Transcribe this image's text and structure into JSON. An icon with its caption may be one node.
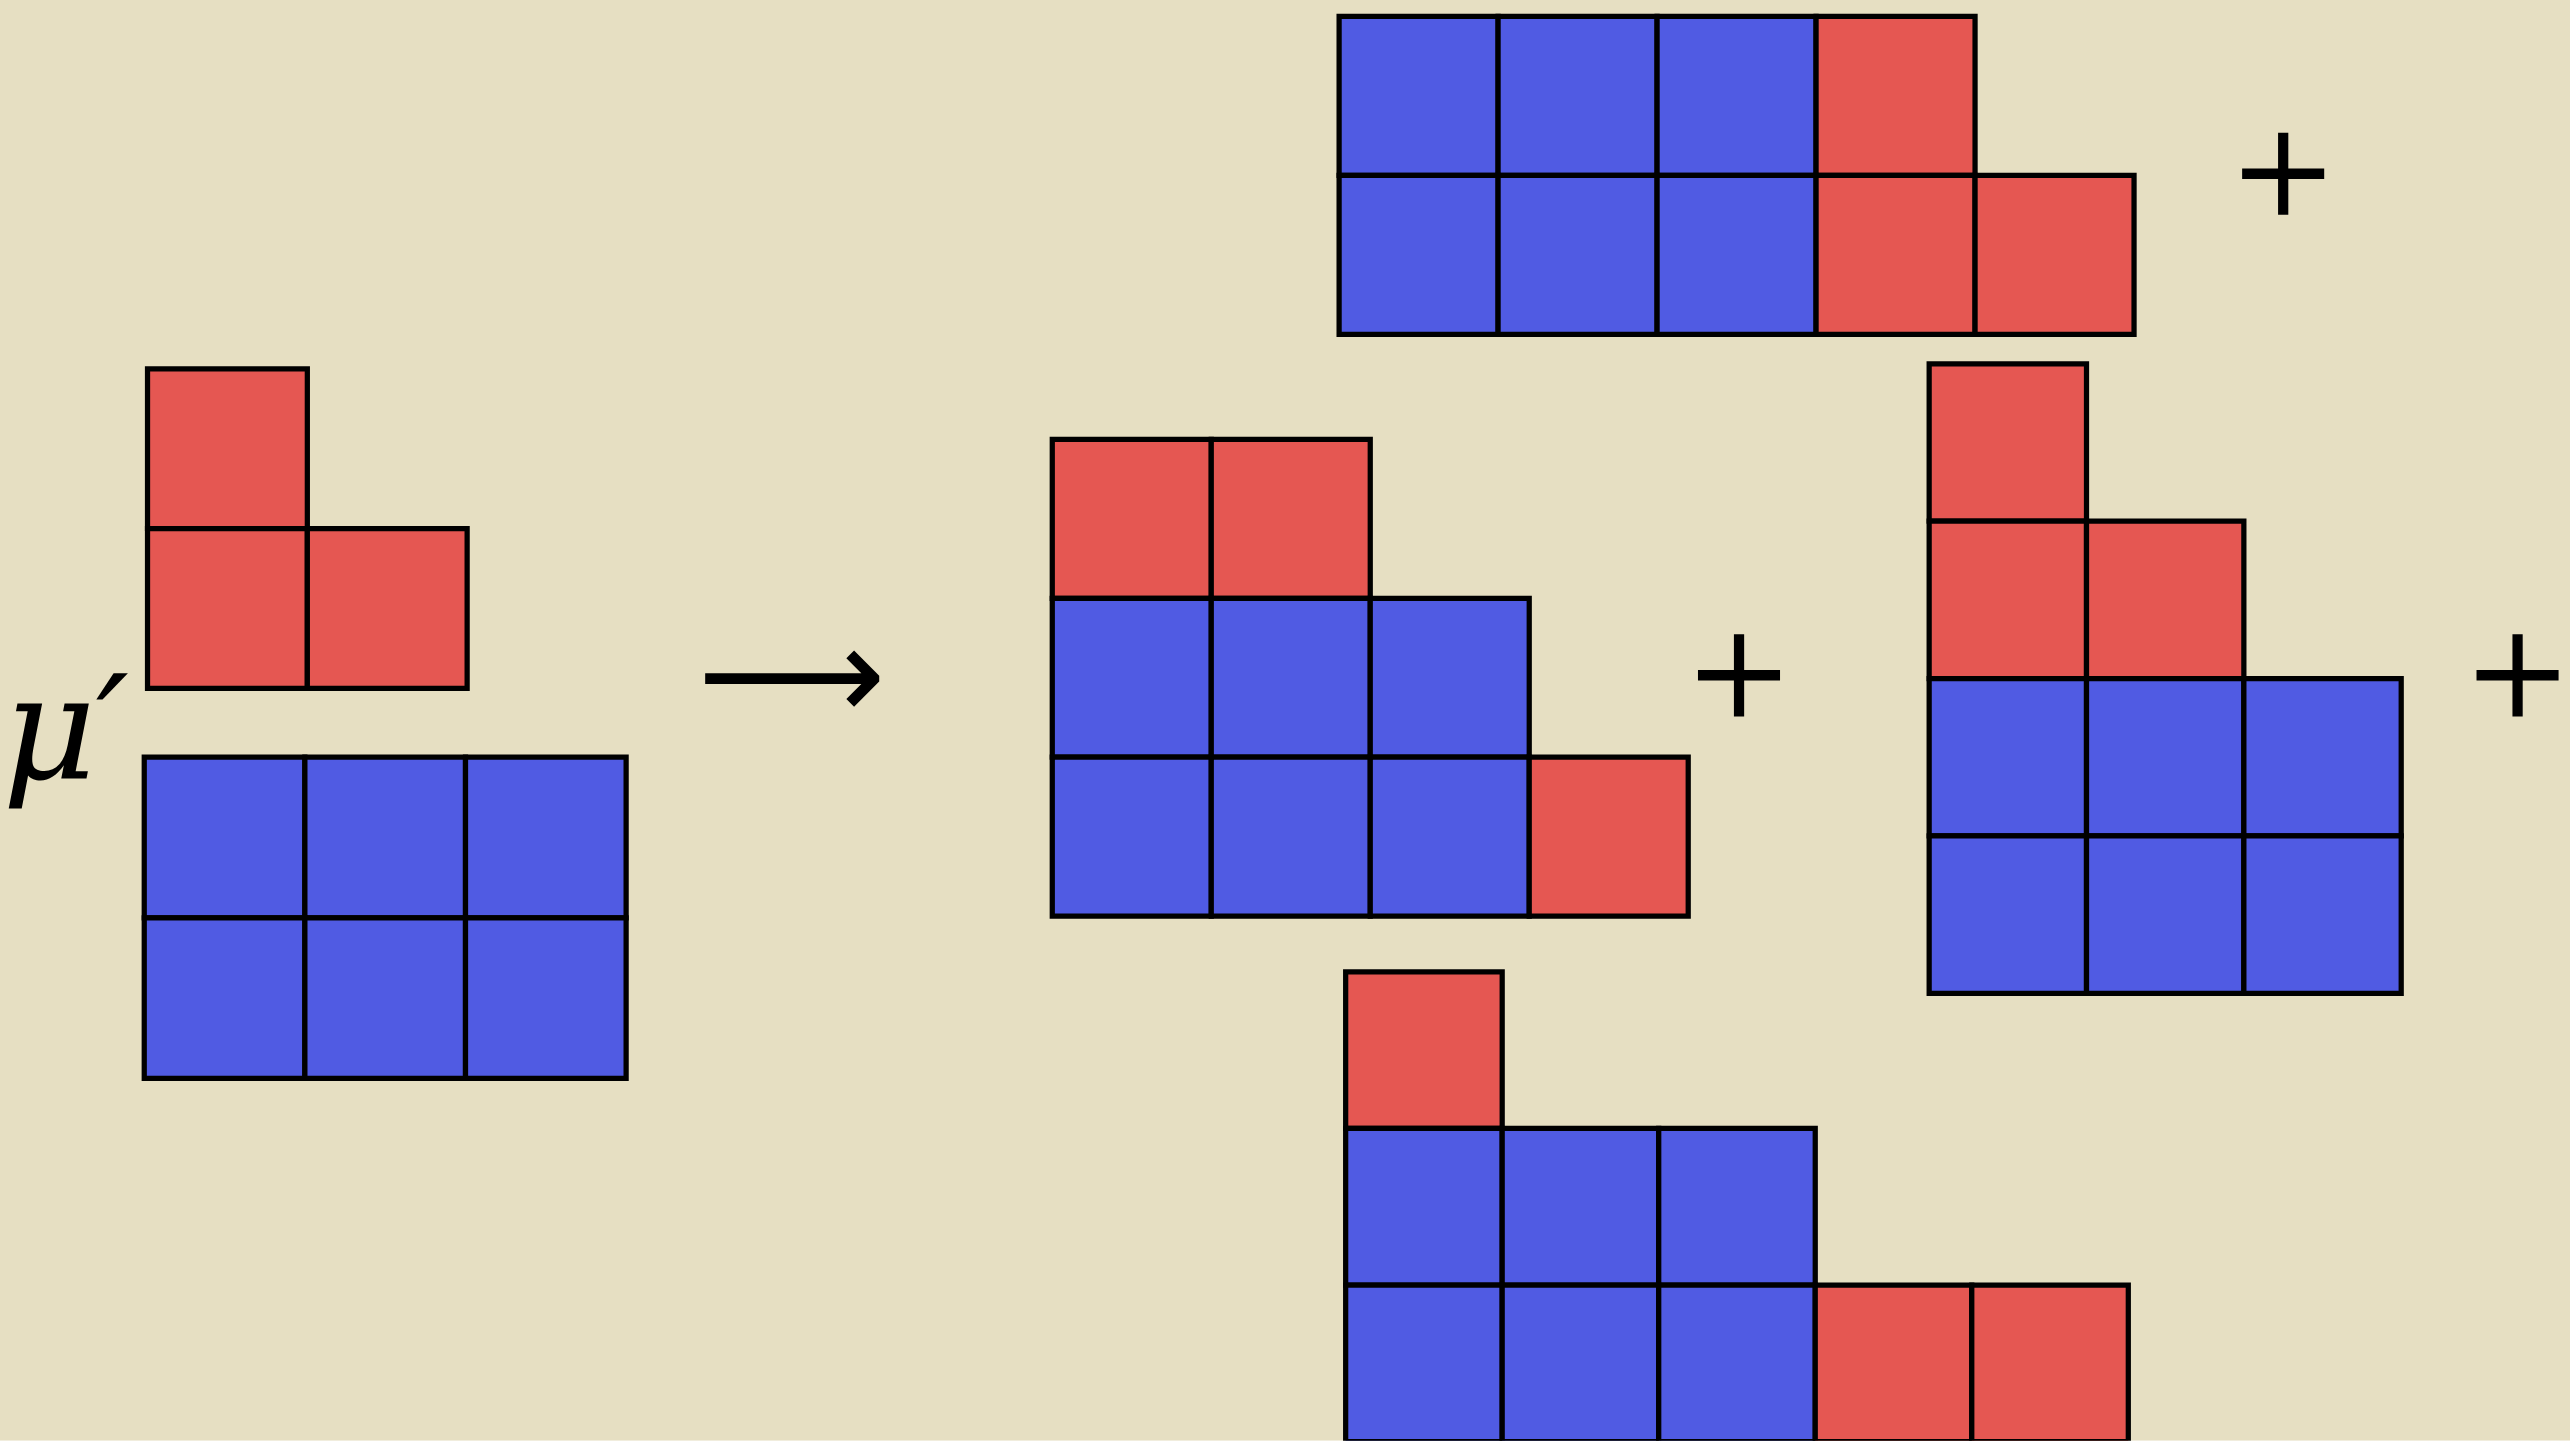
{
  "diagram": {
    "nodes": [
      {
        "text": [],
        "shape": "box"
      },
      {
        "text": [],
        "shape": "box"
      },
      {
        "text": [],
        "shape": "box"
      },
      {
        "text": [],
        "shape": "box"
      },
      {
        "text": [],
        "shape": "box"
      },
      {
        "text": [],
        "shape": "box"
      }
    ],
    "labels": [
      "μ′",
      "⟶",
      "+",
      "+",
      "+"
    ]
  }
}
